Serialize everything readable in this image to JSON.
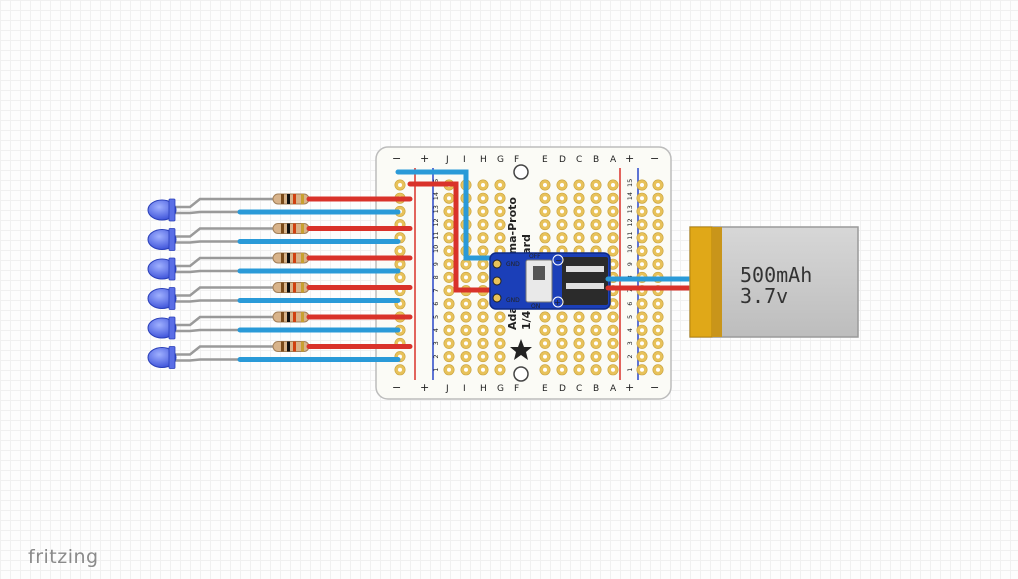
{
  "app": {
    "brand": "fritzing"
  },
  "breadboard": {
    "title_line1": "Adafruit Perma-Proto",
    "title_line2": "1/4 Breadboard",
    "col_letters_left": [
      "J",
      "I",
      "H",
      "G",
      "F"
    ],
    "col_letters_right": [
      "E",
      "D",
      "C",
      "B",
      "A"
    ],
    "row_numbers": [
      "1",
      "2",
      "3",
      "4",
      "5",
      "6",
      "7",
      "8",
      "9",
      "10",
      "11",
      "12",
      "13",
      "14",
      "15"
    ],
    "rail_plus": "+",
    "rail_minus": "−"
  },
  "switch_module": {
    "label_gnd_top": "GND",
    "label_off": "OFF",
    "label_gnd_bottom": "GND",
    "label_on": "ON",
    "plus": "+",
    "minus": "−"
  },
  "battery": {
    "capacity": "500mAh",
    "voltage": "3.7v",
    "colors": {
      "body": "#c8c8c8",
      "cap": "#e0a818",
      "cap_dark": "#b8860b"
    }
  },
  "leds": {
    "count": 6,
    "color": "#5a6ee6"
  },
  "resistors": {
    "count": 6
  },
  "colors": {
    "wire_red": "#d9322a",
    "wire_blue": "#2a9ad8",
    "pad_gold": "#e8c25a",
    "board_bg": "#fbfbf6"
  }
}
